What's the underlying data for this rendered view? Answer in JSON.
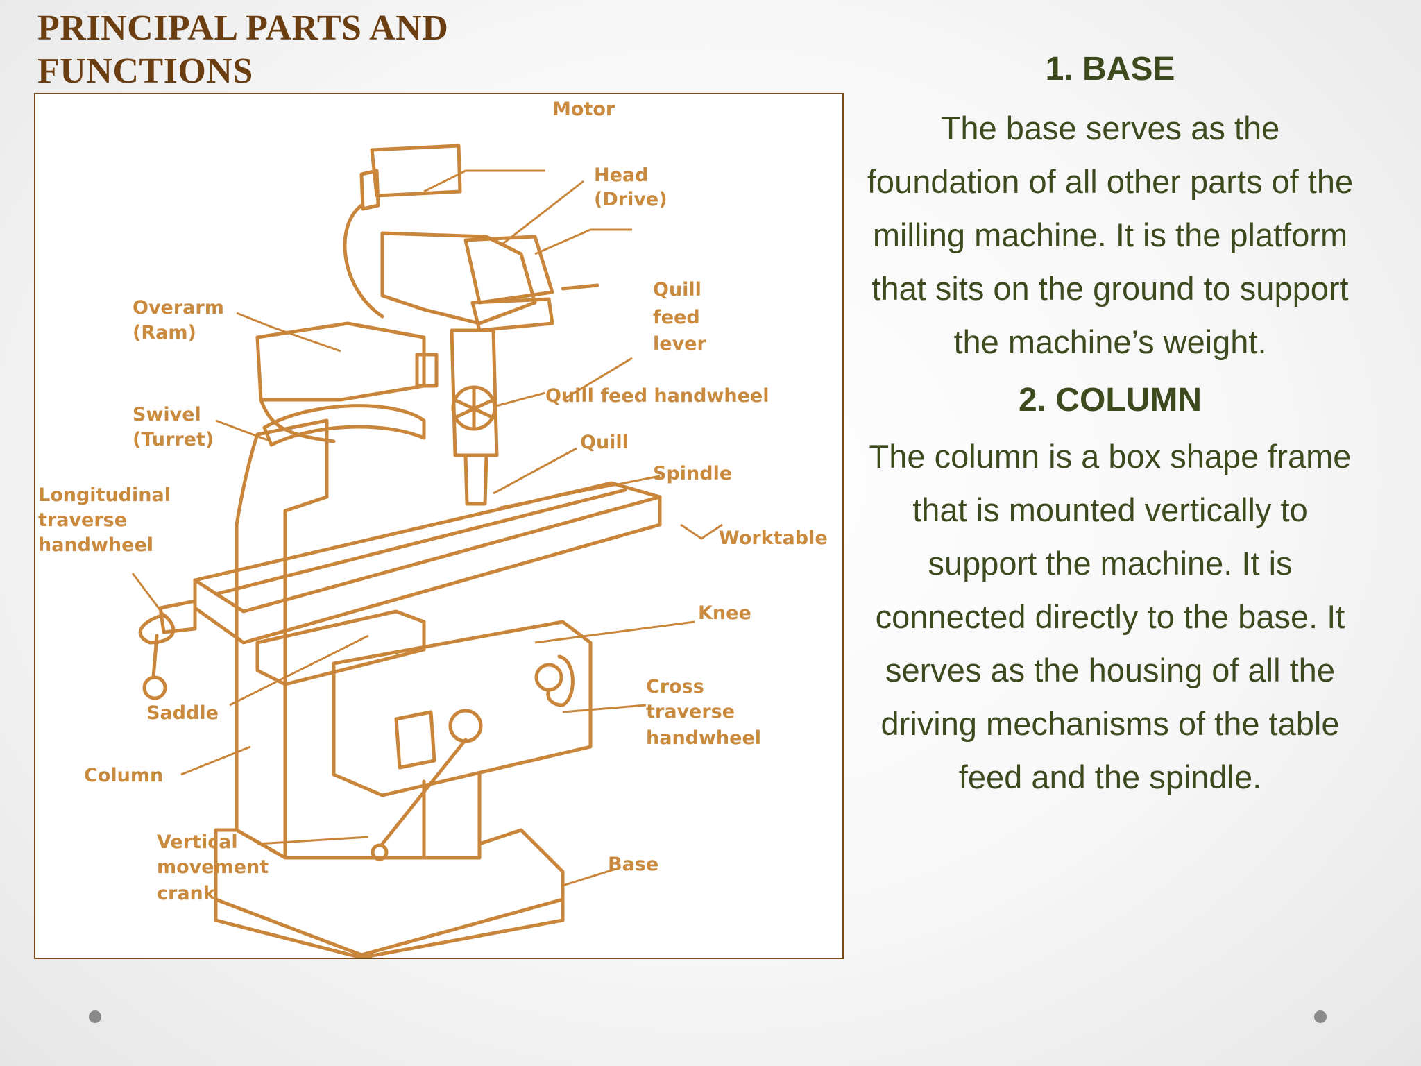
{
  "title": "PRINCIPAL PARTS AND FUNCTIONS",
  "diagram": {
    "labels": {
      "motor": "Motor",
      "head_1": "Head",
      "head_2": "(Drive)",
      "quill_feed_lever_1": "Quill",
      "quill_feed_lever_2": "feed",
      "quill_feed_lever_3": "lever",
      "overarm_1": "Overarm",
      "overarm_2": "(Ram)",
      "quill_feed_handwheel": "Quill feed handwheel",
      "swivel_1": "Swivel",
      "swivel_2": "(Turret)",
      "quill": "Quill",
      "spindle": "Spindle",
      "longitudinal_1": "Longitudinal",
      "longitudinal_2": "traverse",
      "longitudinal_3": "handwheel",
      "worktable": "Worktable",
      "knee": "Knee",
      "saddle": "Saddle",
      "cross_1": "Cross",
      "cross_2": "traverse",
      "cross_3": "handwheel",
      "column": "Column",
      "vertical_1": "Vertical",
      "vertical_2": "movement",
      "vertical_3": "crank",
      "base": "Base"
    },
    "colors": {
      "line": "#c9853a",
      "frame": "#7a4a17"
    }
  },
  "sections": [
    {
      "heading": "1.  BASE",
      "body": "The base serves as the foundation of all other parts of the milling machine. It is the platform that sits on the ground to support the machine’s weight."
    },
    {
      "heading": "2. COLUMN",
      "body": "The column is a box shape frame that is mounted vertically to support the machine. It is connected directly to the base. It serves as the housing of all the driving mechanisms of the table feed and the spindle."
    }
  ],
  "colors": {
    "title": "#6b3e12",
    "text": "#3d4a1e",
    "nav_dot": "#8a8a8a"
  }
}
